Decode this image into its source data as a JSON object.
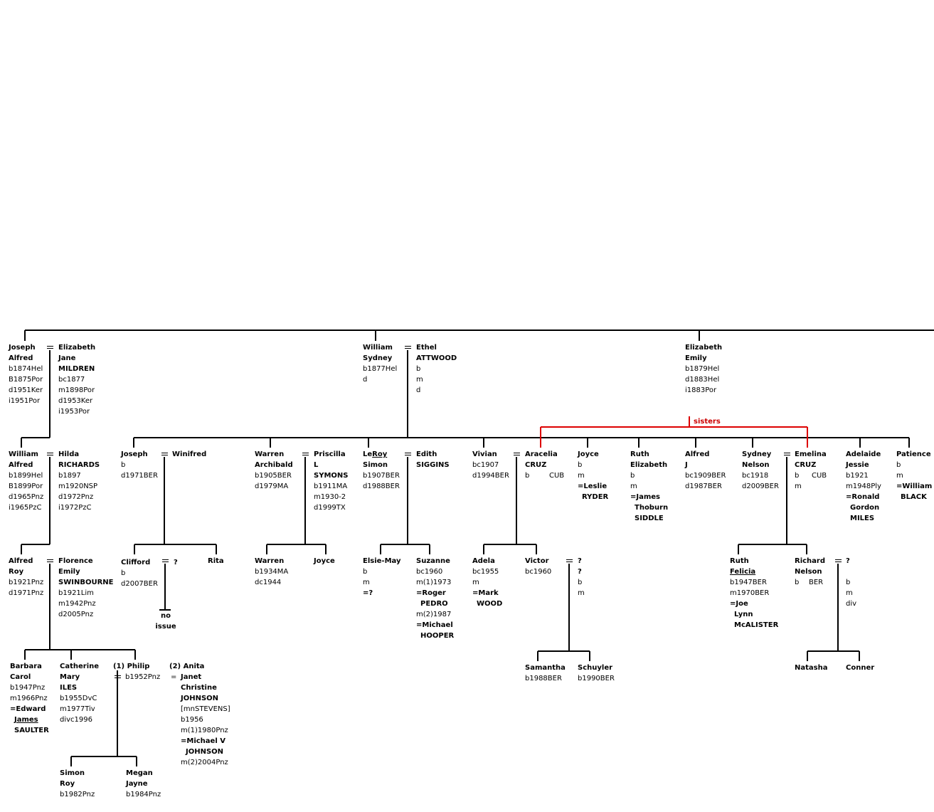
{
  "people": {
    "joseph_alfred": [
      "Joseph",
      "Alfred",
      "b1874Hel",
      "B1875Por",
      "d1951Ker",
      "i1951Por"
    ],
    "elizabeth_jane": [
      "Elizabeth",
      "Jane",
      "MILDREN",
      "bc1877",
      "m1898Por",
      "d1953Ker",
      "i1953Por"
    ],
    "william_sydney": [
      "William",
      "Sydney",
      "b1877Hel",
      "d"
    ],
    "ethel": [
      "Ethel",
      "ATTWOOD",
      "b",
      "m",
      "d"
    ],
    "elizabeth_emily": [
      "Elizabeth",
      "Emily",
      "b1879Hel",
      "d1883Hel",
      "i1883Por"
    ],
    "william_alfred": [
      "William",
      "Alfred",
      "b1899Hel",
      "B1899Por",
      "d1965Pnz",
      "i1965PzC"
    ],
    "hilda": [
      "Hilda",
      "RICHARDS",
      "b1897",
      "m1920NSP",
      "d1972Pnz",
      "i1972PzC"
    ],
    "joseph2": [
      "Joseph",
      "b",
      "d1971BER"
    ],
    "winifred": [
      "Winifred"
    ],
    "warren_archibald": [
      "Warren",
      "Archibald",
      "b1905BER",
      "d1979MA"
    ],
    "priscilla": [
      "Priscilla",
      "L",
      "SYMONS",
      "b1911MA",
      "m1930-2",
      "d1999TX"
    ],
    "leroy": [
      "LeRoy",
      "Simon",
      "b1907BER",
      "d1988BER"
    ],
    "edith": [
      "Edith",
      "SIGGINS"
    ],
    "vivian": [
      "Vivian",
      "bc1907",
      "d1994BER"
    ],
    "aracelia": [
      "Aracelia",
      "CRUZ",
      "b",
      "CUB"
    ],
    "joyce1": [
      "Joyce",
      "b",
      "m",
      "=Leslie",
      "RYDER"
    ],
    "ruth_elizabeth": [
      "Ruth",
      "Elizabeth",
      "b",
      "m",
      "=James",
      "Thoburn",
      "SIDDLE"
    ],
    "alfred_j": [
      "Alfred",
      "J",
      "bc1909BER",
      "d1987BER"
    ],
    "sydney_nelson": [
      "Sydney",
      "Nelson",
      "bc1918",
      "d2009BER"
    ],
    "emelina": [
      "Emelina",
      "CRUZ",
      "b",
      "CUB",
      "m"
    ],
    "adelaide": [
      "Adelaide",
      "Jessie",
      "b1921",
      "m1948Ply",
      "=Ronald",
      "Gordon",
      "MILES"
    ],
    "patience": [
      "Patience",
      "b",
      "m",
      "=William",
      "BLACK"
    ],
    "alfred_roy": [
      "Alfred",
      "Roy",
      "b1921Pnz",
      "d1971Pnz"
    ],
    "florence": [
      "Florence",
      "Emily",
      "SWINBOURNE",
      "b1921Lim",
      "m1942Pnz",
      "d2005Pnz"
    ],
    "clifford": [
      "Clifford",
      "b",
      "d2007BER"
    ],
    "clifford_spouse": [
      "?"
    ],
    "rita": [
      "Rita"
    ],
    "no_issue": [
      "no",
      "issue"
    ],
    "warren2": [
      "Warren",
      "b1934MA",
      "dc1944"
    ],
    "joyce2": [
      "Joyce"
    ],
    "elsie_may": [
      "Elsie-May",
      "b",
      "m",
      "=?"
    ],
    "suzanne": [
      "Suzanne",
      "bc1960",
      "m(1)1973",
      "=Roger",
      "PEDRO",
      "m(2)1987",
      "=Michael",
      "HOOPER"
    ],
    "adela": [
      "Adela",
      "bc1955",
      "m",
      "=Mark",
      "WOOD"
    ],
    "victor": [
      "Victor",
      "bc1960"
    ],
    "victor_spouse": [
      "?",
      "?",
      "b",
      "m"
    ],
    "ruth_felicia": [
      "Ruth",
      "Felicia",
      "b1947BER",
      "m1970BER",
      "=Joe",
      "Lynn",
      "McALISTER"
    ],
    "richard_nelson": [
      "Richard",
      "Nelson",
      "b",
      "BER"
    ],
    "richard_spouse": [
      "?",
      "b",
      "m",
      "div"
    ],
    "barbara": [
      "Barbara",
      "Carol",
      "b1947Pnz",
      "m1966Pnz",
      "=Edward",
      "James",
      "SAULTER"
    ],
    "catherine": [
      "Catherine",
      "Mary",
      "ILES",
      "b1955DvC",
      "m1977Tiv",
      "divc1996"
    ],
    "philip": [
      "(1) Philip",
      "b1952Pnz"
    ],
    "anita": [
      "(2) Anita",
      "Janet",
      "Christine",
      "JOHNSON",
      "[mnSTEVENS]",
      "b1956",
      "m(1)1980Pnz",
      "=Michael V",
      "JOHNSON",
      "m(2)2004Pnz"
    ],
    "samantha": [
      "Samantha",
      "b1988BER"
    ],
    "schuyler": [
      "Schuyler",
      "b1990BER"
    ],
    "natasha": [
      "Natasha"
    ],
    "conner": [
      "Conner"
    ],
    "simon": [
      "Simon",
      "Roy",
      "b1982Pnz"
    ],
    "megan": [
      "Megan",
      "Jayne",
      "b1984Pnz"
    ]
  },
  "annotation": {
    "sisters": "sisters"
  },
  "marriage_symbol": "=",
  "colors": {
    "line": "#000000",
    "sisters_link": "#dd0000"
  }
}
